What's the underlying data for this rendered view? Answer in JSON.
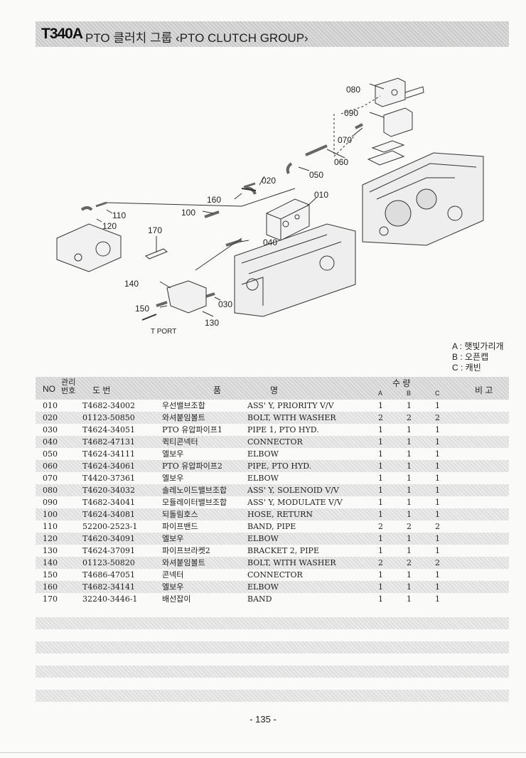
{
  "header": {
    "code": "T340A",
    "title": "PTO 클러치 그룹 ‹PTO CLUTCH GROUP›"
  },
  "diagram": {
    "callouts": [
      "080",
      "090",
      "070",
      "060",
      "050",
      "020",
      "010",
      "160",
      "100",
      "110",
      "120",
      "170",
      "040",
      "140",
      "030",
      "150",
      "130"
    ],
    "port_label": "T PORT"
  },
  "legend": [
    "A : 햇빛가리개",
    "B : 오픈캡",
    "C : 캐빈"
  ],
  "table": {
    "headers": {
      "no": "NO",
      "mgmt": "관리 번호",
      "drawing": "도 번",
      "name_left": "품",
      "name_right": "명",
      "qty": "수 량",
      "a": "A",
      "b": "B",
      "c": "C",
      "remarks": "비 고"
    },
    "rows": [
      {
        "no": "010",
        "pn": "T4682-34002",
        "kr": "우선밸브조합",
        "en": "ASS' Y, PRIORITY V/V",
        "a": "1",
        "b": "1",
        "c": "1"
      },
      {
        "no": "020",
        "pn": "01123-50850",
        "kr": "와셔붙임볼트",
        "en": "BOLT, WITH WASHER",
        "a": "2",
        "b": "2",
        "c": "2"
      },
      {
        "no": "030",
        "pn": "T4624-34051",
        "kr": "PTO 유압파이프1",
        "en": "PIPE 1, PTO HYD.",
        "a": "1",
        "b": "1",
        "c": "1"
      },
      {
        "no": "040",
        "pn": "T4682-47131",
        "kr": "퀵티콘넥터",
        "en": "CONNECTOR",
        "a": "1",
        "b": "1",
        "c": "1"
      },
      {
        "no": "050",
        "pn": "T4624-34111",
        "kr": "엘보우",
        "en": "ELBOW",
        "a": "1",
        "b": "1",
        "c": "1"
      },
      {
        "no": "060",
        "pn": "T4624-34061",
        "kr": "PTO 유압파이프2",
        "en": "PIPE, PTO HYD.",
        "a": "1",
        "b": "1",
        "c": "1"
      },
      {
        "no": "070",
        "pn": "T4420-37361",
        "kr": "엘보우",
        "en": "ELBOW",
        "a": "1",
        "b": "1",
        "c": "1"
      },
      {
        "no": "080",
        "pn": "T4620-34032",
        "kr": "솔레노이드밸브조합",
        "en": "ASS' Y, SOLENOID V/V",
        "a": "1",
        "b": "1",
        "c": "1"
      },
      {
        "no": "090",
        "pn": "T4682-34041",
        "kr": "모듈레이터밸브조합",
        "en": "ASS' Y, MODULATE V/V",
        "a": "1",
        "b": "1",
        "c": "1"
      },
      {
        "no": "100",
        "pn": "T4624-34081",
        "kr": "되돌림호스",
        "en": "HOSE, RETURN",
        "a": "1",
        "b": "1",
        "c": "1"
      },
      {
        "no": "110",
        "pn": "52200-2523-1",
        "kr": "파이프밴드",
        "en": "BAND, PIPE",
        "a": "2",
        "b": "2",
        "c": "2"
      },
      {
        "no": "120",
        "pn": "T4620-34091",
        "kr": "엘보우",
        "en": "ELBOW",
        "a": "1",
        "b": "1",
        "c": "1"
      },
      {
        "no": "130",
        "pn": "T4624-37091",
        "kr": "파이프브라켓2",
        "en": "BRACKET 2, PIPE",
        "a": "1",
        "b": "1",
        "c": "1"
      },
      {
        "no": "140",
        "pn": "01123-50820",
        "kr": "와셔붙임볼트",
        "en": "BOLT, WITH WASHER",
        "a": "2",
        "b": "2",
        "c": "2"
      },
      {
        "no": "150",
        "pn": "T4686-47051",
        "kr": "콘넥터",
        "en": "CONNECTOR",
        "a": "1",
        "b": "1",
        "c": "1"
      },
      {
        "no": "160",
        "pn": "T4682-34141",
        "kr": "엘보우",
        "en": "ELBOW",
        "a": "1",
        "b": "1",
        "c": "1"
      },
      {
        "no": "170",
        "pn": "32240-3446-1",
        "kr": "배선잡이",
        "en": "BAND",
        "a": "1",
        "b": "1",
        "c": "1"
      }
    ]
  },
  "footer": {
    "page": "- 135 -"
  }
}
